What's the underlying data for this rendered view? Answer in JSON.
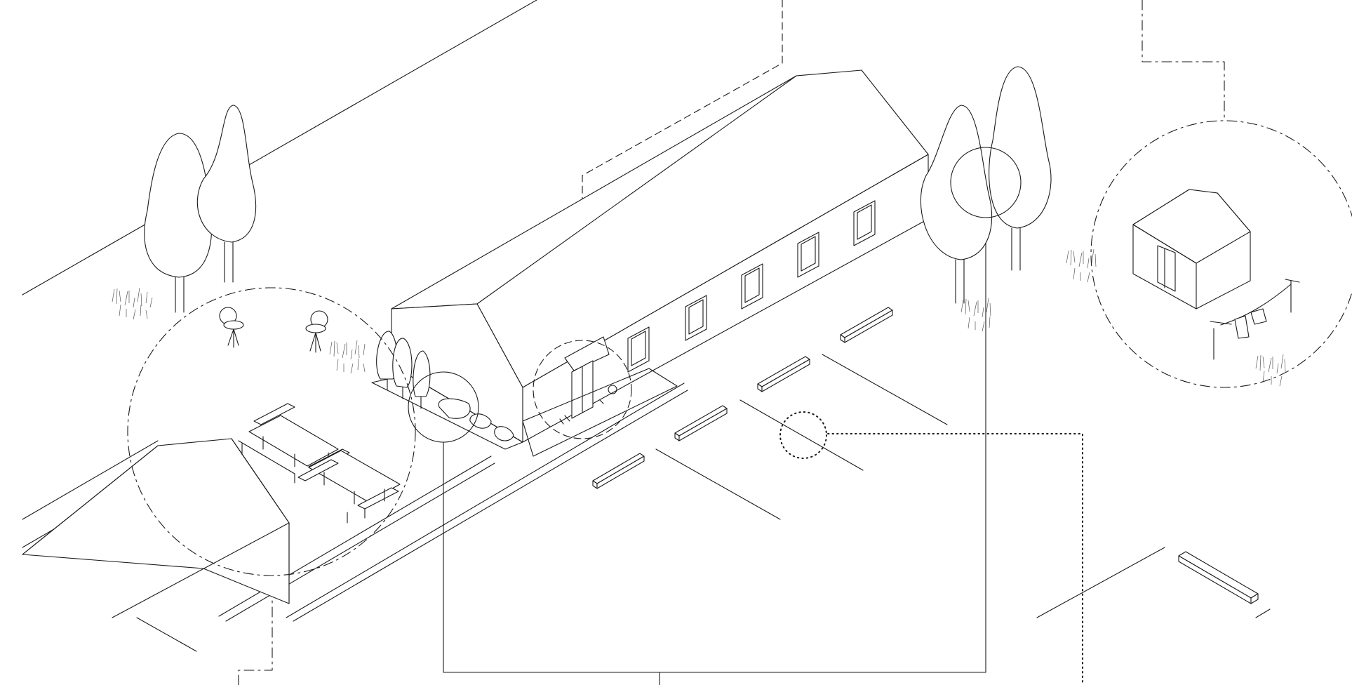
{
  "diagram": {
    "style": "axonometric line drawing",
    "colors": {
      "line": "#1a1a1a",
      "background": "#ffffff",
      "grass": "#555555"
    },
    "zones": [
      {
        "name": "",
        "icon": "bbq-picnic-area"
      },
      {
        "name": "",
        "icon": "entrance-planting"
      },
      {
        "name": "",
        "icon": "front-door"
      },
      {
        "name": "",
        "icon": "tree-canopy"
      },
      {
        "name": "",
        "icon": "garden-shed-laundry"
      },
      {
        "name": "",
        "icon": "parking-spot"
      }
    ]
  }
}
